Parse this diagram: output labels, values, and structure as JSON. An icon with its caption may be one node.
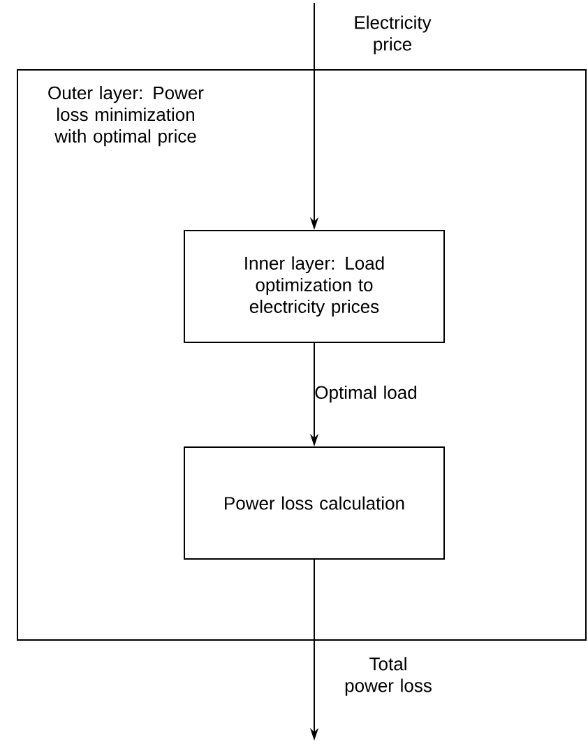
{
  "diagram": {
    "nodes": [
      {
        "text": [
          "Outer layer: Power loss minimization with optimal price"
        ]
      },
      {
        "text": [
          "Inner layer: Load optimization to electricity prices"
        ],
        "in": 0
      },
      {
        "text": [
          "Power loss calculation"
        ],
        "in": 0
      }
    ],
    "edges": [
      {
        "from": null,
        "to": 1,
        "arrow": "to",
        "label": "Electricity price"
      },
      {
        "from": 1,
        "to": 2,
        "arrow": "to",
        "label": "Optimal load"
      },
      {
        "from": 2,
        "to": null,
        "arrow": "to",
        "label": "Total power loss"
      }
    ]
  }
}
